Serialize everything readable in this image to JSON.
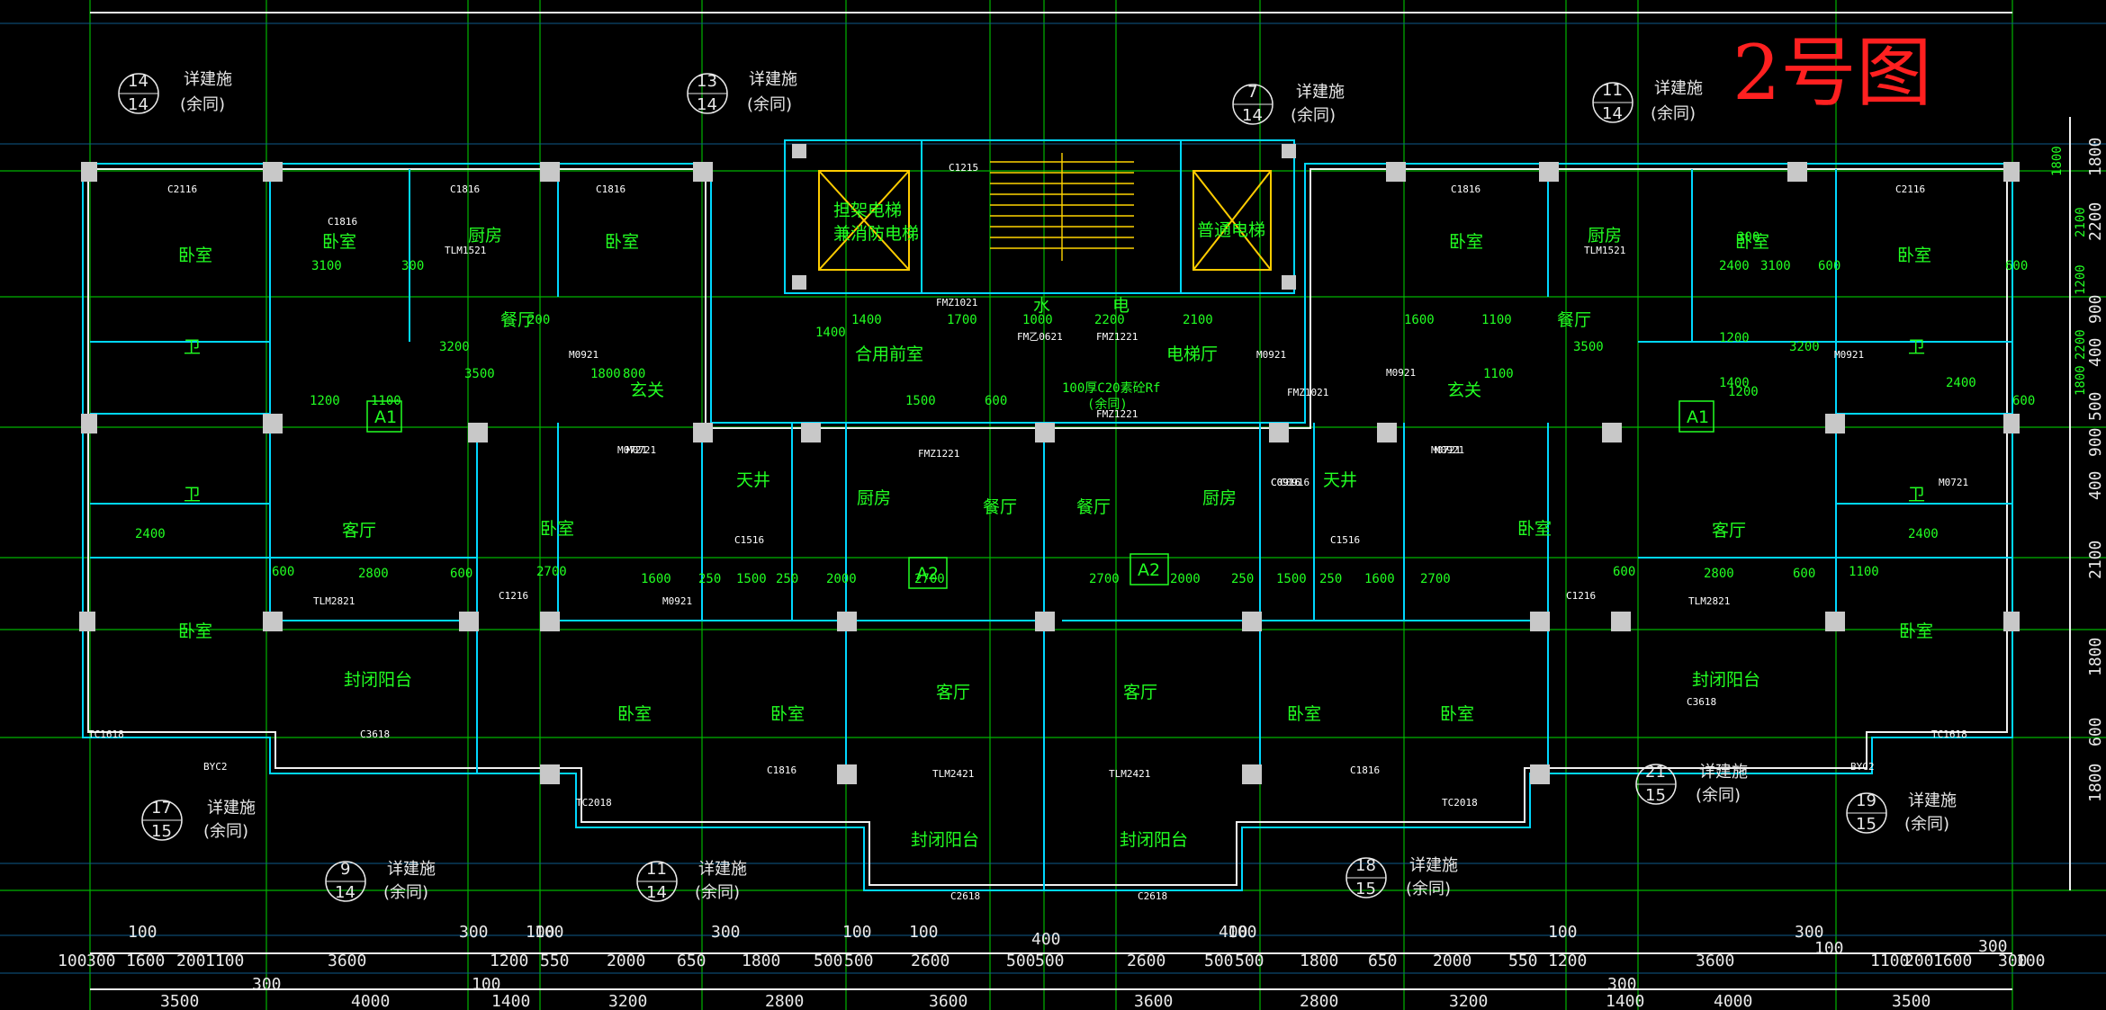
{
  "drawing": {
    "stamp": "2号图",
    "colors": {
      "background": "#000000",
      "axis": "#00b400",
      "wall": "#00d8ff",
      "column": "#c8c8c8",
      "lift": "#ffcc00",
      "stamp": "#ff2020",
      "text": "#22ff22"
    },
    "rooms": {
      "bedroom": "卧室",
      "kitchen": "厨房",
      "dining": "餐厅",
      "living": "客厅",
      "entrance": "玄关",
      "bath": "卫",
      "closed_balcony": "封闭阳台",
      "lightwell": "天井",
      "lift_hall": "电梯厅",
      "shared_lobby": "合用前室",
      "stretcher_lift": "担架电梯",
      "fire_lift": "兼消防电梯",
      "common_lift": "普通电梯",
      "water": "水",
      "electric": "电"
    },
    "units": [
      "A1",
      "A2",
      "A2",
      "A1"
    ],
    "slab_note": {
      "line1": "100厚C20素砼Rf",
      "line2": "(余同)"
    },
    "details": [
      {
        "num": "14",
        "sheet": "14",
        "label": "详建施",
        "sub": "(余同)"
      },
      {
        "num": "13",
        "sheet": "14",
        "label": "详建施",
        "sub": "(余同)"
      },
      {
        "num": "7",
        "sheet": "14",
        "label": "详建施",
        "sub": "(余同)"
      },
      {
        "num": "11",
        "sheet": "14",
        "label": "详建施",
        "sub": "(余同)"
      },
      {
        "num": "17",
        "sheet": "15",
        "label": "详建施",
        "sub": "(余同)"
      },
      {
        "num": "9",
        "sheet": "14",
        "label": "详建施",
        "sub": "(余同)"
      },
      {
        "num": "11",
        "sheet": "14",
        "label": "详建施",
        "sub": "(余同)"
      },
      {
        "num": "18",
        "sheet": "15",
        "label": "详建施",
        "sub": "(余同)"
      },
      {
        "num": "21",
        "sheet": "15",
        "label": "详建施",
        "sub": "(余同)"
      },
      {
        "num": "19",
        "sheet": "15",
        "label": "详建施",
        "sub": "(余同)"
      }
    ],
    "windows": [
      "C2116",
      "C1816",
      "C1816",
      "C1215",
      "C1816",
      "C1816",
      "C2116",
      "TLM1521",
      "TLM1521",
      "M0921",
      "M0921",
      "M0921",
      "M0921",
      "C0916",
      "C0916",
      "M0721",
      "M0721",
      "FMZ1021",
      "FMZ1021",
      "FM乙0621",
      "FMZ1221",
      "FMZ1221",
      "FMZ1221",
      "C1216",
      "C1216",
      "TLM2821",
      "TLM2821",
      "TC1618",
      "TC1618",
      "BYC2",
      "BYC2",
      "C3618",
      "C3618",
      "C1816",
      "C1816",
      "TLM2421",
      "TLM2421",
      "TC2018",
      "TC2018",
      "C2618",
      "C2618",
      "C1516",
      "C1516",
      "C0916",
      "M0721",
      "M0721",
      "M0921",
      "M0921"
    ],
    "dims_inner": [
      "1700",
      "1000",
      "2200",
      "2100",
      "1400",
      "1600",
      "1100",
      "200",
      "3200",
      "1200",
      "1100",
      "2400",
      "600",
      "2800",
      "600",
      "2700",
      "1600",
      "250",
      "1500",
      "250",
      "2000",
      "2700",
      "2700",
      "2000",
      "250",
      "1500",
      "250",
      "1600",
      "2700",
      "600",
      "2800",
      "600",
      "1100",
      "2400",
      "1500",
      "600",
      "1400",
      "300",
      "3100",
      "3500",
      "800",
      "1800",
      "1100",
      "600",
      "2400",
      "600",
      "2400",
      "600",
      "3500",
      "3100",
      "300",
      "1400",
      "1200",
      "1200",
      "3200"
    ],
    "dims_row1": [
      "100",
      "300",
      "1600",
      "200",
      "1100",
      "3600",
      "1200",
      "550",
      "2000",
      "650",
      "1800",
      "500",
      "500",
      "2600",
      "500",
      "500",
      "2600",
      "500",
      "500",
      "1800",
      "650",
      "2000",
      "550",
      "1200",
      "3600",
      "1100",
      "200",
      "1600",
      "300",
      "100"
    ],
    "dims_row1_small": [
      "100",
      "300",
      "100",
      "100",
      "300",
      "100",
      "100",
      "400",
      "400",
      "100",
      "100",
      "300",
      "300",
      "100"
    ],
    "dims_row2": [
      "3500",
      "4000",
      "1400",
      "3200",
      "2800",
      "3600",
      "3600",
      "2800",
      "3200",
      "1400",
      "4000",
      "3500"
    ],
    "dims_row2_small": [
      "300",
      "100",
      "300"
    ],
    "dims_right": [
      "1800",
      "2200",
      "900",
      "400",
      "500",
      "900",
      "400",
      "2100",
      "1800",
      "600",
      "1800"
    ],
    "dims_top": [
      "1800",
      "2100",
      "1200",
      "2200",
      "1800"
    ]
  }
}
